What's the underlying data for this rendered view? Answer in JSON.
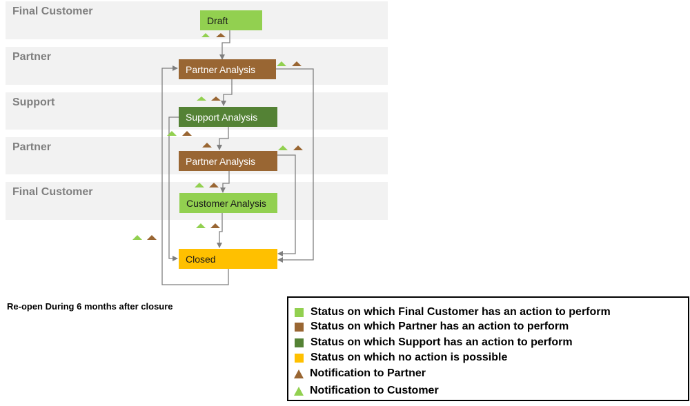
{
  "colors": {
    "customer": "#92d050",
    "partner": "#996633",
    "support": "#548235",
    "none": "#ffc000",
    "lane": "#f2f2f2",
    "lane_text": "#7f7f7f",
    "connector": "#7f7f7f"
  },
  "lanes": [
    {
      "label": "Final Customer"
    },
    {
      "label": "Partner"
    },
    {
      "label": "Support"
    },
    {
      "label": "Partner"
    },
    {
      "label": "Final Customer"
    }
  ],
  "nodes": {
    "draft": "Draft",
    "partner_analysis_1": "Partner Analysis",
    "support_analysis": "Support Analysis",
    "partner_analysis_2": "Partner Analysis",
    "customer_analysis": "Customer Analysis",
    "closed": "Closed"
  },
  "footnote": "Re-open During 6 months after closure",
  "legend": [
    {
      "swatch": "square",
      "color": "#92d050",
      "text": "Status on which Final Customer has an action to perform"
    },
    {
      "swatch": "square",
      "color": "#996633",
      "text": "Status on which Partner has an action to perform"
    },
    {
      "swatch": "square",
      "color": "#548235",
      "text": "Status on which Support has an action to perform"
    },
    {
      "swatch": "square",
      "color": "#ffc000",
      "text": "Status on which no action is possible"
    },
    {
      "swatch": "triangle",
      "color": "#996633",
      "text": "Notification to Partner"
    },
    {
      "swatch": "triangle",
      "color": "#92d050",
      "text": "Notification to Customer"
    }
  ]
}
